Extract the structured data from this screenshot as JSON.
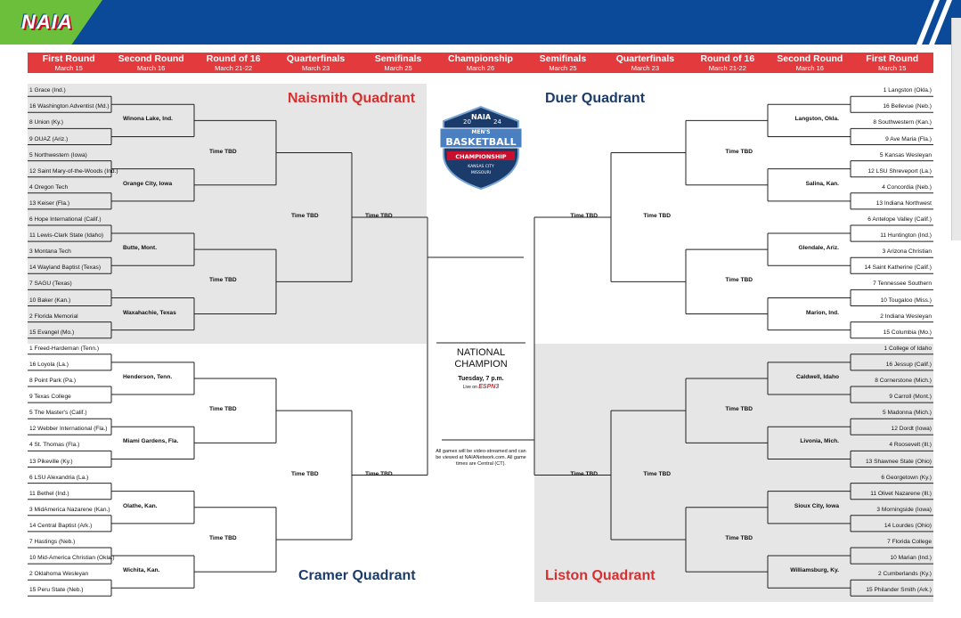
{
  "logo": {
    "text": "NAIA"
  },
  "rounds": [
    {
      "label": "First Round",
      "date": "March 15"
    },
    {
      "label": "Second Round",
      "date": "March 16"
    },
    {
      "label": "Round of 16",
      "date": "March 21-22"
    },
    {
      "label": "Quarterfinals",
      "date": "March 23"
    },
    {
      "label": "Semifinals",
      "date": "March 25"
    },
    {
      "label": "Championship",
      "date": "March 26"
    },
    {
      "label": "Semifinals",
      "date": "March 25"
    },
    {
      "label": "Quarterfinals",
      "date": "March 23"
    },
    {
      "label": "Round of 16",
      "date": "March 21-22"
    },
    {
      "label": "Second Round",
      "date": "March 16"
    },
    {
      "label": "First Round",
      "date": "March 15"
    }
  ],
  "quadrants": {
    "naismith": "Naismith Quadrant",
    "duer": "Duer Quadrant",
    "cramer": "Cramer Quadrant",
    "liston": "Liston Quadrant"
  },
  "left_teams": [
    "1 Grace (Ind.)",
    "16 Washington Adventist (Md.)",
    "8 Union (Ky.)",
    "9 OUAZ (Ariz.)",
    "5 Northwestern (Iowa)",
    "12 Saint Mary-of-the-Woods (Ind.)",
    "4 Oregon Tech",
    "13 Keiser (Fla.)",
    "6 Hope International (Calif.)",
    "11 Lewis-Clark State (Idaho)",
    "3 Montana Tech",
    "14 Wayland Baptist (Texas)",
    "7 SAGU (Texas)",
    "10 Baker (Kan.)",
    "2 Florida Memorial",
    "15 Evangel (Mo.)",
    "1 Freed-Hardeman (Tenn.)",
    "16 Loyola (La.)",
    "8 Point Park (Pa.)",
    "9 Texas College",
    "5 The Master's (Calif.)",
    "12 Webber International (Fla.)",
    "4 St. Thomas (Fla.)",
    "13 Pikeville (Ky.)",
    "6 LSU Alexandria (La.)",
    "11 Bethel (Ind.)",
    "3 MidAmerica Nazarene (Kan.)",
    "14 Central Baptist (Ark.)",
    "7 Hastings (Neb.)",
    "10 Mid-America Christian (Okla.)",
    "2 Oklahoma Wesleyan",
    "15 Peru State (Neb.)"
  ],
  "right_teams": [
    "1 Langston (Okla.)",
    "16 Bellevue (Neb.)",
    "8 Southwestern (Kan.)",
    "9 Ave Maria (Fla.)",
    "5 Kansas Wesleyan",
    "12 LSU Shreveport (La.)",
    "4 Concordia (Neb.)",
    "13 Indiana Northwest",
    "6 Antelope Valley (Calif.)",
    "11 Huntington (Ind.)",
    "3 Arizona Christian",
    "14 Saint Katherine (Calif.)",
    "7 Tennessee Southern",
    "10 Tougaloo (Miss.)",
    "2 Indiana Wesleyan",
    "15 Columbia (Mo.)",
    "1 College of Idaho",
    "16 Jessup (Calif.)",
    "8 Cornerstone (Mich.)",
    "9 Carroll (Mont.)",
    "5 Madonna (Mich.)",
    "12 Dordt (Iowa)",
    "4 Roosevelt (Ill.)",
    "13 Shawnee State (Ohio)",
    "6 Georgetown (Ky.)",
    "11 Olivet Nazarene (Ill.)",
    "3 Morningside (Iowa)",
    "14 Lourdes (Ohio)",
    "7 Florida College",
    "10 Marian (Ind.)",
    "2 Cumberlands (Ky.)",
    "15 Philander Smith (Ark.)"
  ],
  "left_sites": [
    "Winona Lake, Ind.",
    "Orange City, Iowa",
    "Butte, Mont.",
    "Waxahachie, Texas",
    "Henderson, Tenn.",
    "Miami Gardens, Fla.",
    "Olathe, Kan.",
    "Wichita, Kan."
  ],
  "right_sites": [
    "Langston, Okla.",
    "Salina, Kan.",
    "Glendale, Ariz.",
    "Marion, Ind.",
    "Caldwell, Idaho",
    "Livonia, Mich.",
    "Sioux City, Iowa",
    "Williamsburg, Ky."
  ],
  "time_tbd": "Time TBD",
  "badge": {
    "year_left": "20",
    "year_right": "24",
    "line1": "NAIA",
    "line2": "MEN'S",
    "line3": "BASKETBALL",
    "line4": "CHAMPIONSHIP",
    "line5": "KANSAS CITY",
    "line6": "MISSOURI"
  },
  "champion": {
    "title": "NATIONAL CHAMPION",
    "time": "Tuesday, 7 p.m.",
    "live": "Live on",
    "network": "ESPN3"
  },
  "note": "All games will be video-streamed and can be viewed at NAIANetwork.com. All game times are Central (CT).",
  "colors": {
    "navy": "#0b4a99",
    "green": "#6bbf3a",
    "header_red": "#e23a3d",
    "quad_red": "#d72f2f",
    "quad_navy": "#1b3c6b"
  }
}
